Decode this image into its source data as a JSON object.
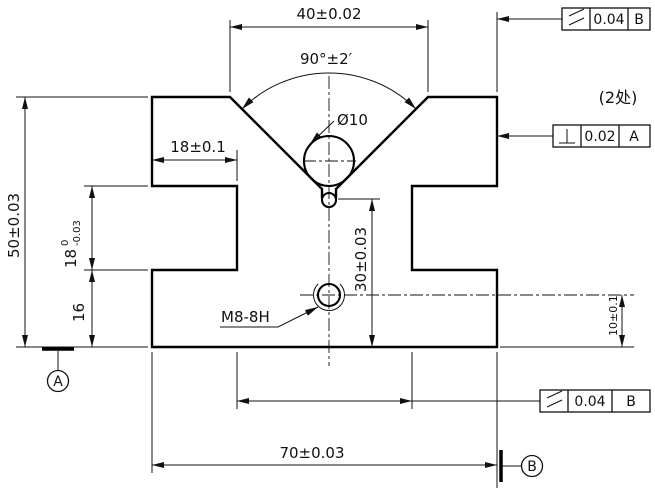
{
  "labels": {
    "v_opening": "40±0.02",
    "v_angle": "90°±2′",
    "gauge_pin": "Ø10",
    "places_note": "(2处)",
    "notch_depth": "18±0.1",
    "overall_height": "50±0.03",
    "notch_height_nominal": "18",
    "notch_height_tol_upper": "0",
    "notch_height_tol_lower": "-0.03",
    "base_height": "16",
    "apex_height": "30±0.03",
    "thread": "M8-8H",
    "hole_to_base": "10±0.1",
    "overall_width": "70±0.03"
  },
  "fcf": {
    "top": {
      "symbol": "parallelism",
      "value": "0.04",
      "datum": "B"
    },
    "right": {
      "symbol": "perpendicularity",
      "value": "0.02",
      "datum": "A"
    },
    "bottom": {
      "symbol": "parallelism",
      "value": "0.04",
      "datum": "B"
    }
  },
  "datums": {
    "a": "A",
    "b": "B"
  },
  "colors": {
    "ink": "#111111",
    "background": "#ffffff"
  }
}
